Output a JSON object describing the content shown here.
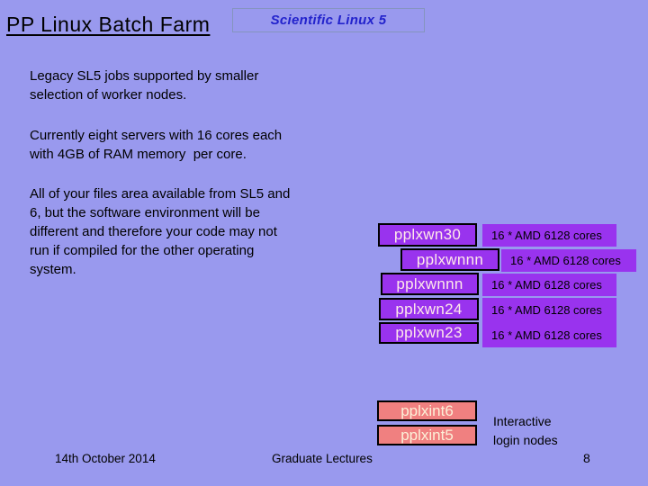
{
  "slide": {
    "title": "PP Linux Batch Farm",
    "header_box": "Scientific Linux 5",
    "paragraphs": [
      "Legacy SL5 jobs supported by smaller\nselection of worker nodes.",
      "Currently eight servers with 16 cores each\nwith 4GB of RAM memory  per core.",
      "All of your files area available from SL5 and\n6, but the software environment will be\ndifferent and therefore your code may not\nrun if compiled for the other operating\nsystem."
    ],
    "worker_nodes": [
      {
        "name": "pplxwn30",
        "spec": "16 * AMD 6128 cores"
      },
      {
        "name": "pplxwnnn",
        "spec": "16 * AMD 6128 cores"
      },
      {
        "name": "pplxwnnn",
        "spec": "16 * AMD 6128 cores"
      },
      {
        "name": "pplxwn24",
        "spec": "16 * AMD 6128 cores"
      },
      {
        "name": "pplxwn23",
        "spec": "16 * AMD 6128 cores"
      }
    ],
    "login_nodes": [
      "pplxint6",
      "pplxint5"
    ],
    "login_caption": "Interactive\nlogin nodes",
    "footer": {
      "date": "14th October 2014",
      "center": "Graduate Lectures",
      "page": "8"
    },
    "colors": {
      "background": "#9999EE",
      "worker_box_fill": "#9933EE",
      "spec_label_fill": "#9933EE",
      "login_box_fill": "#F08080",
      "header_box_text": "#2222CC",
      "header_box_border": "#8594BE",
      "worker_box_text": "#FFE9E9",
      "login_box_text": "#FCF0D8",
      "body_text": "#000000"
    }
  }
}
